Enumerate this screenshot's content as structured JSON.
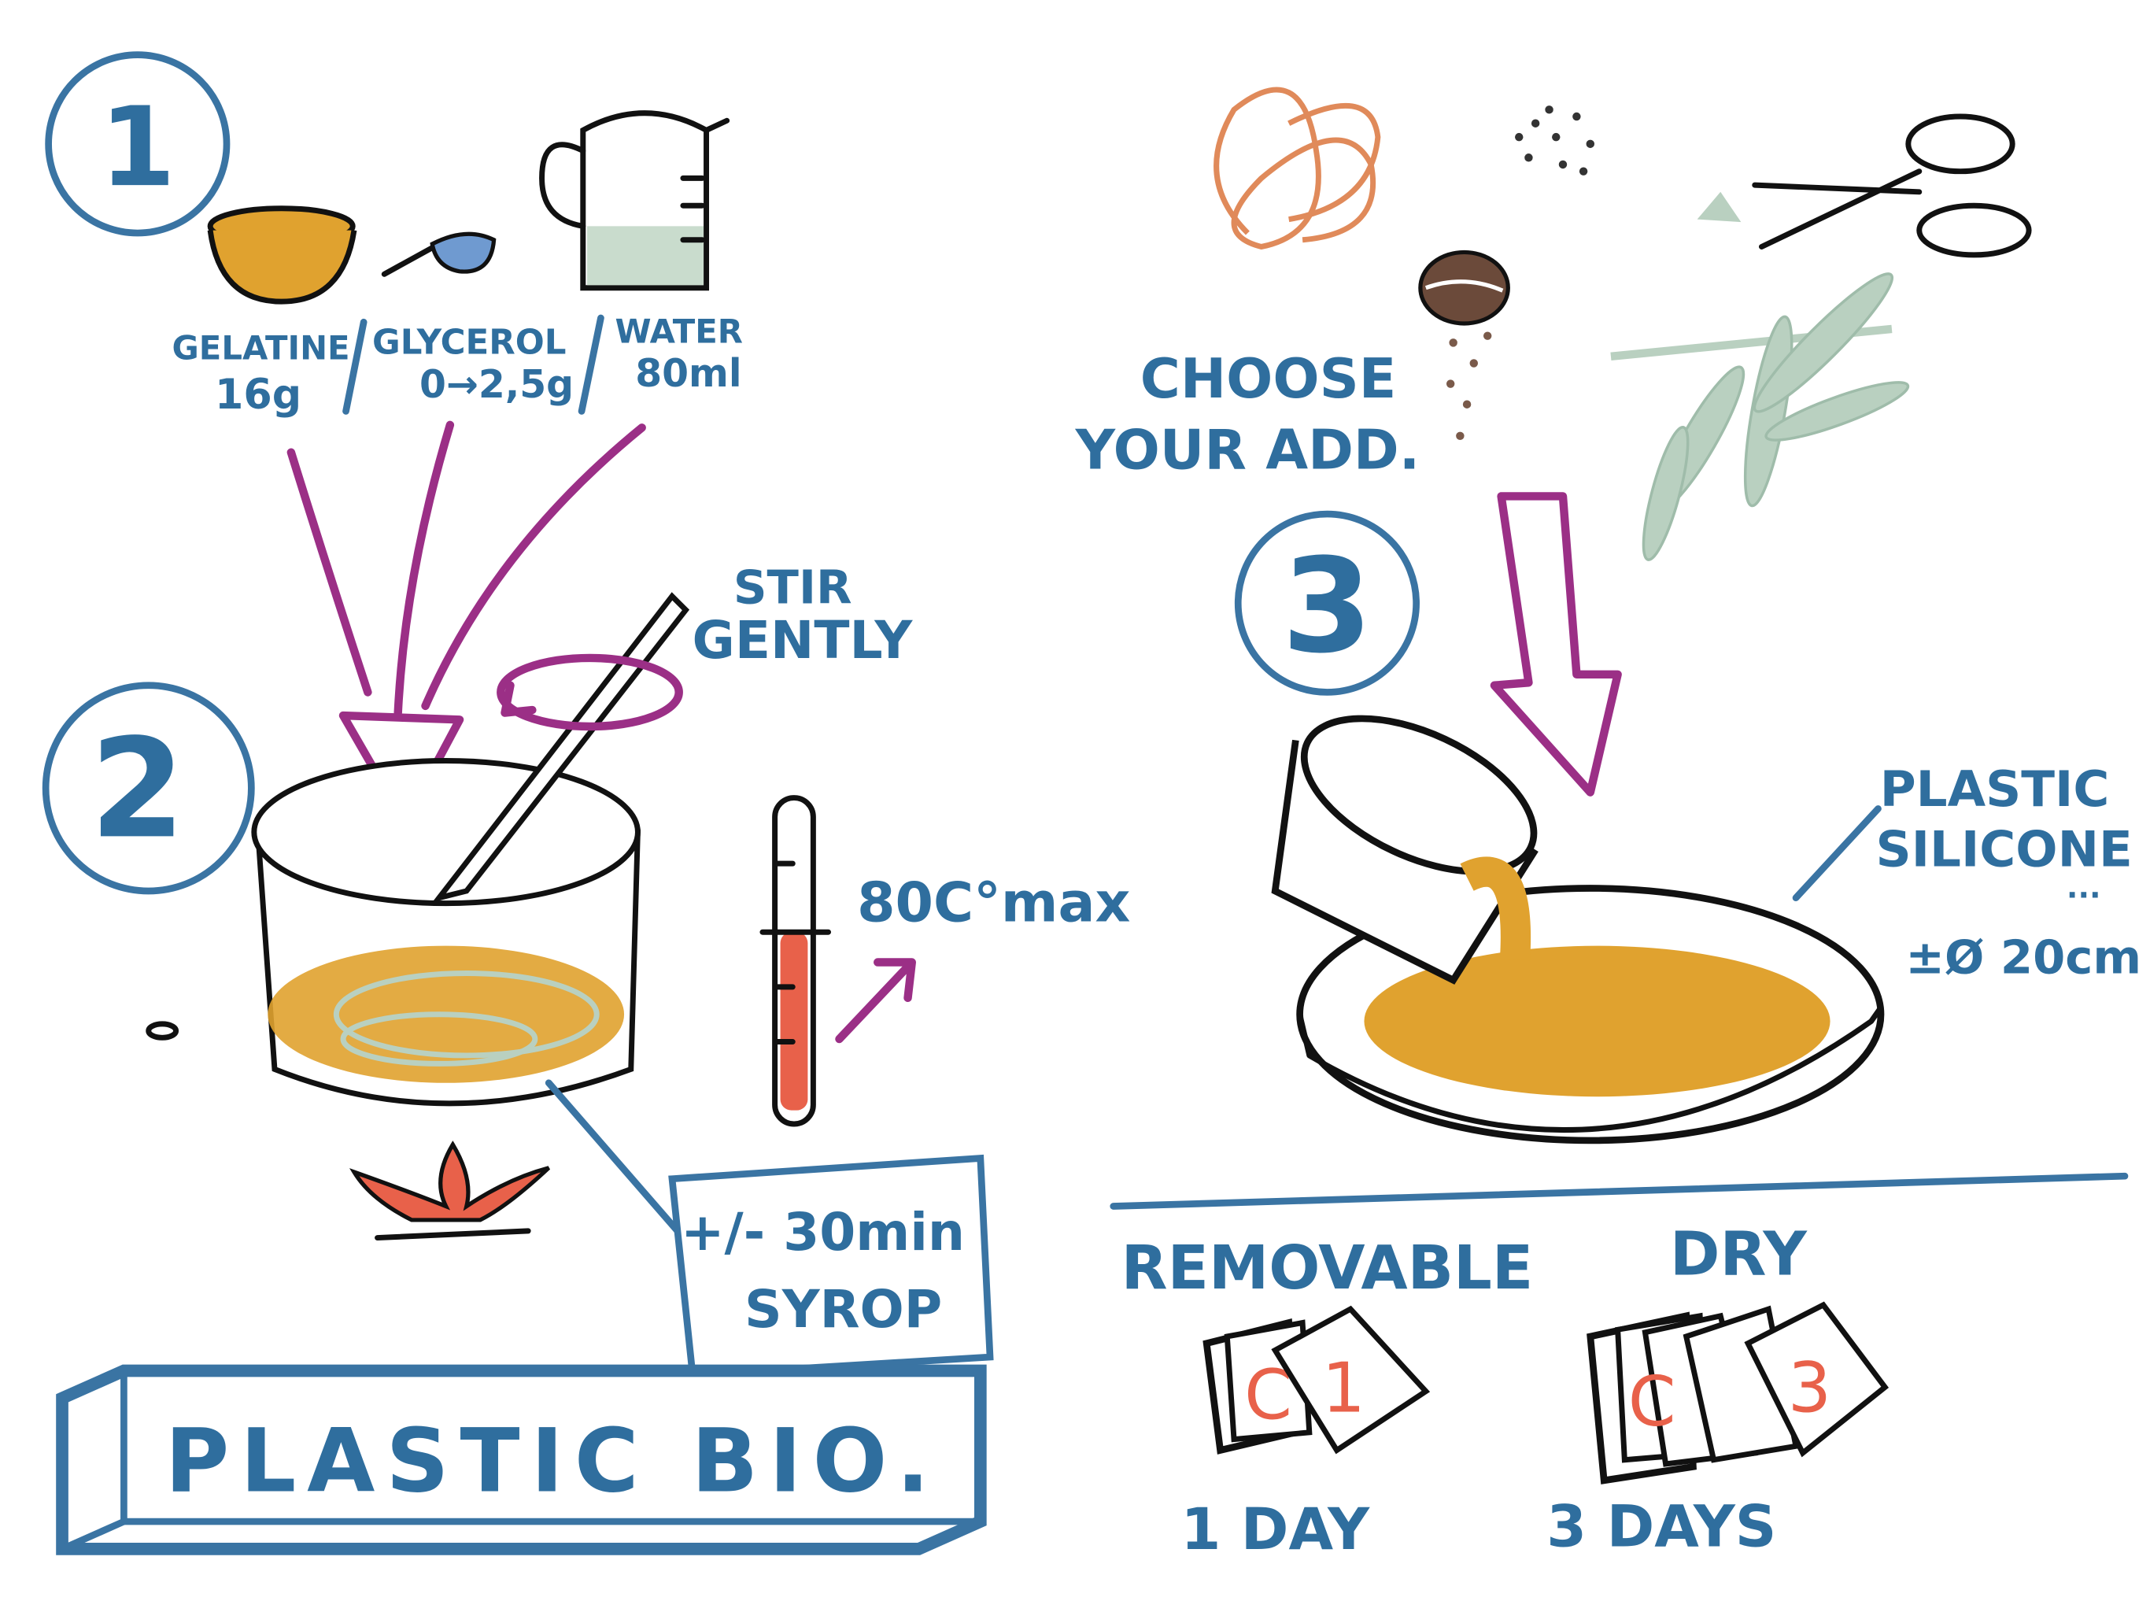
{
  "colors": {
    "ink_blue": "#2f6e9e",
    "purple": "#9b2f86",
    "gelatine": "#e0a22f",
    "black": "#111111",
    "sage": "#b9d0c0",
    "copper": "#e08a5a",
    "red": "#e8614a"
  },
  "step1": {
    "number": "1",
    "ingredients": [
      {
        "name": "GELATINE",
        "amount": "16g",
        "icon": "bowl-icon"
      },
      {
        "name": "GLYCEROL",
        "amount": "0→2,5g",
        "icon": "spoon-icon"
      },
      {
        "name": "WATER",
        "amount": "80ml",
        "icon": "measuring-jug-icon"
      }
    ]
  },
  "step2": {
    "number": "2",
    "stir": [
      "STIR",
      "GENTLY"
    ],
    "temperature": "80C°max",
    "time": "+/- 30min",
    "result": "SYROP"
  },
  "title": "PLASTIC BIO.",
  "additives": {
    "line1": "CHOOSE",
    "line2": "YOUR ADD."
  },
  "step3": {
    "number": "3",
    "mold": [
      "PLASTIC",
      "SILICONE",
      "..."
    ],
    "size": "±Ø 20cm"
  },
  "drying": {
    "removable": "REMOVABLE",
    "removable_time": "1 DAY",
    "removable_card": "1",
    "dry": "DRY",
    "dry_time": "3 DAYS",
    "dry_card": "3"
  }
}
